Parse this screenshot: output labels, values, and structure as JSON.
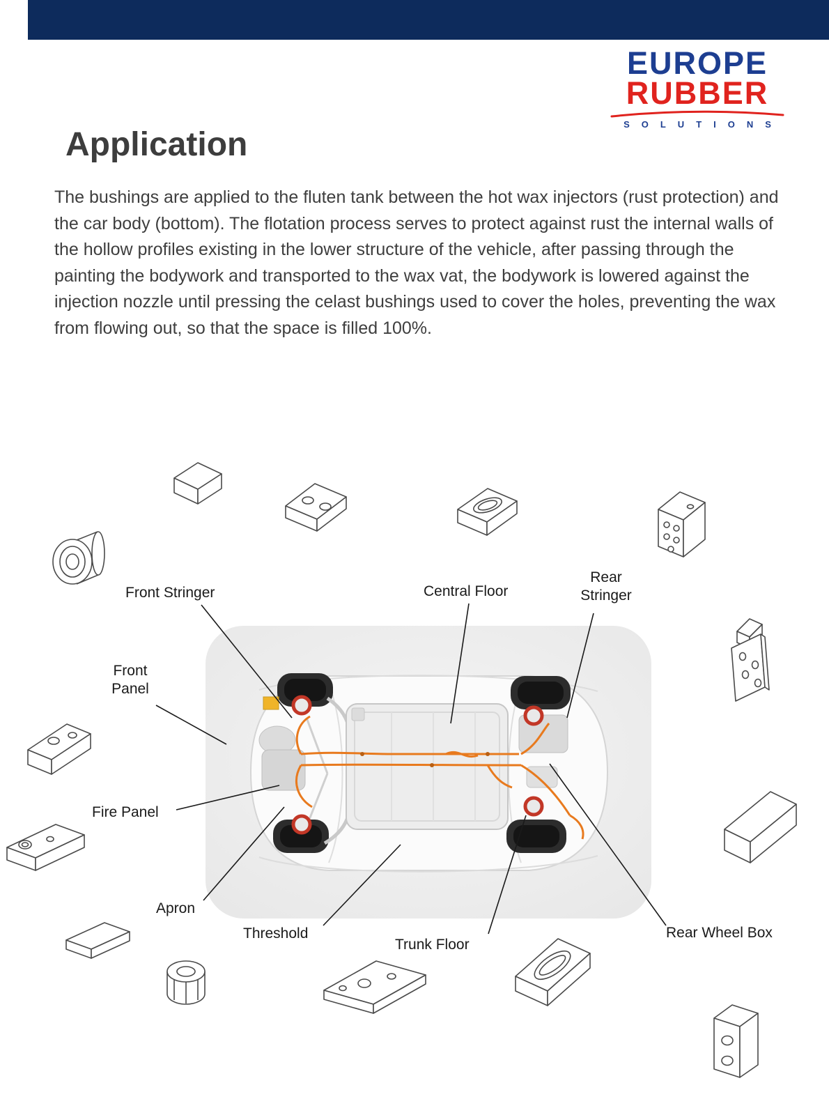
{
  "colors": {
    "top_bar": "#0d2b5c",
    "logo_blue": "#1d3e91",
    "logo_red": "#e0231e",
    "title_text": "#3d3d3d",
    "body_text": "#3e3e3e",
    "label_text": "#1a1a1a",
    "leader_line": "#1a1a1a",
    "sketch_stroke": "#4a4a4a",
    "harness_orange": "#e87a1e"
  },
  "logo": {
    "word1": "EUROPE",
    "word2": "RUBBER",
    "word3": "SOLUTIONS"
  },
  "title": "Application",
  "paragraph": "The bushings are applied to the fluten tank between the hot wax injectors (rust protection) and the car body (bottom). The flotation process serves to protect against rust the internal walls of the hollow profiles existing in the lower structure of the vehicle, after passing through the painting the bodywork and transported to the wax vat, the bodywork is lowered against the injection nozzle until pressing the celast bushings used to cover the holes, preventing the wax from flowing out, so that the space is filled 100%.",
  "diagram": {
    "labels": [
      {
        "id": "front-stringer",
        "text": "Front Stringer"
      },
      {
        "id": "central-floor",
        "text": "Central Floor"
      },
      {
        "id": "rear-stringer",
        "text": "Rear Stringer"
      },
      {
        "id": "front-panel",
        "text": "Front Panel"
      },
      {
        "id": "fire-panel",
        "text": "Fire Panel"
      },
      {
        "id": "apron",
        "text": "Apron"
      },
      {
        "id": "threshold",
        "text": "Threshold"
      },
      {
        "id": "trunk-floor",
        "text": "Trunk Floor"
      },
      {
        "id": "rear-wheel-box",
        "text": "Rear Wheel Box"
      }
    ],
    "part_sketches": [
      "grommet-bushing",
      "rect-block-bushing",
      "two-hole-block",
      "slotted-block",
      "multi-hole-block",
      "rear-stringer-bracket",
      "long-box-bushing",
      "tall-two-hole-box",
      "two-hole-plate",
      "long-thin-bracket",
      "small-bar",
      "round-plug",
      "long-bar-with-holes",
      "oval-frame-bushing"
    ]
  }
}
